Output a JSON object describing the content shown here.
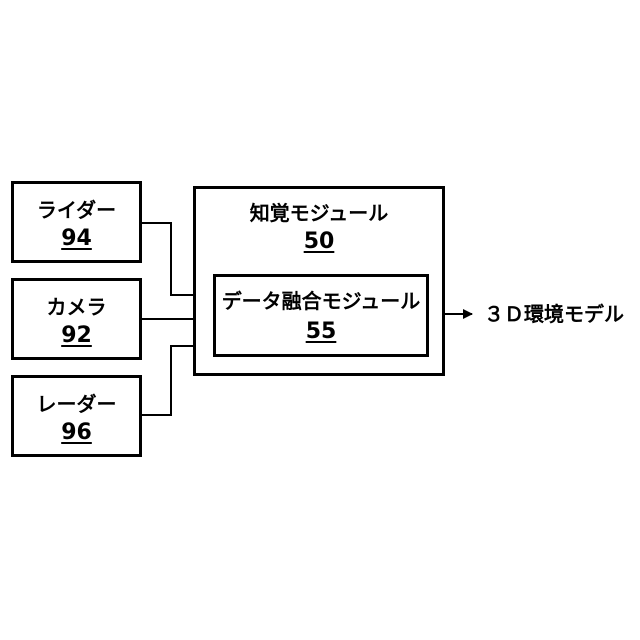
{
  "sensors": {
    "lidar": {
      "label": "ライダー",
      "number": "94"
    },
    "camera": {
      "label": "カメラ",
      "number": "92"
    },
    "radar": {
      "label": "レーダー",
      "number": "96"
    }
  },
  "perception_module": {
    "label": "知覚モジュール",
    "number": "50"
  },
  "fusion_module": {
    "label": "データ融合モジュール",
    "number": "55"
  },
  "output": {
    "label": "３Ｄ環境モデル"
  }
}
